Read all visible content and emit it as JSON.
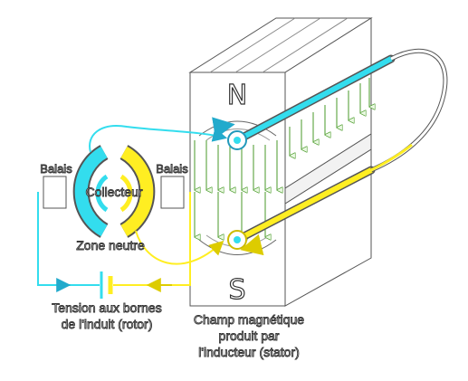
{
  "labels": {
    "pole_n": "N",
    "pole_s": "S",
    "balais_left": "Balais",
    "balais_right": "Balais",
    "collecteur": "Collecteur",
    "zone_neutre": "Zone neutre",
    "tension_line1": "Tension aux bornes",
    "tension_line2": "de l'induit (rotor)",
    "champ_line1": "Champ magnétique",
    "champ_line2": "produit par",
    "champ_line3": "l'inducteur (stator)"
  },
  "colors": {
    "cyan": "#33ddee",
    "yellow": "#ffee22",
    "field_arrow": "#66cc33",
    "outline": "#555555"
  }
}
